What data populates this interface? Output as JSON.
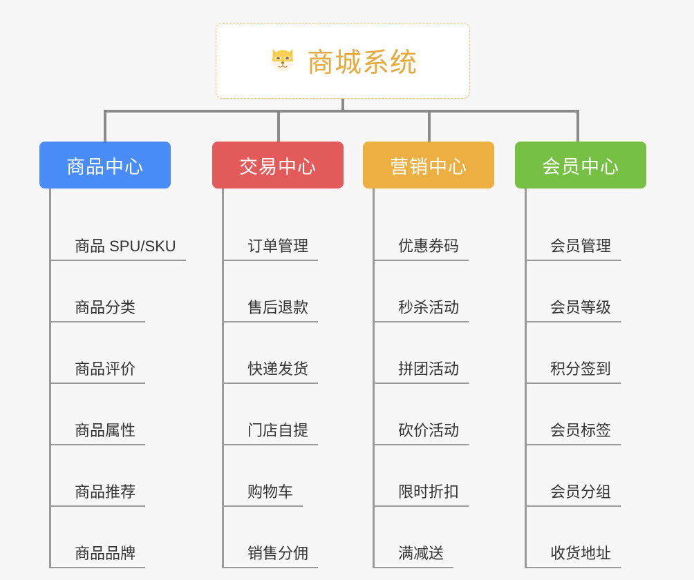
{
  "diagram": {
    "type": "mind-map",
    "background_color": "#f7f7f7",
    "root": {
      "title": "商城系统",
      "icon": "shiba-dog-face-icon",
      "icon_glyph": "🐕",
      "text_color": "#e5a93c",
      "border_color": "#eab963",
      "background_color": "#ffffff"
    },
    "connector_color": "#8a8a8a",
    "leaf_line_color": "#9a9a9a",
    "leaf_text_color": "#333333",
    "columns": [
      {
        "label": "商品中心",
        "color": "#4a8cf7",
        "items": [
          "商品 SPU/SKU",
          "商品分类",
          "商品评价",
          "商品属性",
          "商品推荐",
          "商品品牌"
        ]
      },
      {
        "label": "交易中心",
        "color": "#e35a5a",
        "items": [
          "订单管理",
          "售后退款",
          "快递发货",
          "门店自提",
          "购物车",
          "销售分佣"
        ]
      },
      {
        "label": "营销中心",
        "color": "#edaf41",
        "items": [
          "优惠券码",
          "秒杀活动",
          "拼团活动",
          "砍价活动",
          "限时折扣",
          "满减送"
        ]
      },
      {
        "label": "会员中心",
        "color": "#76c043",
        "items": [
          "会员管理",
          "会员等级",
          "积分签到",
          "会员标签",
          "会员分组",
          "收货地址"
        ]
      }
    ]
  }
}
